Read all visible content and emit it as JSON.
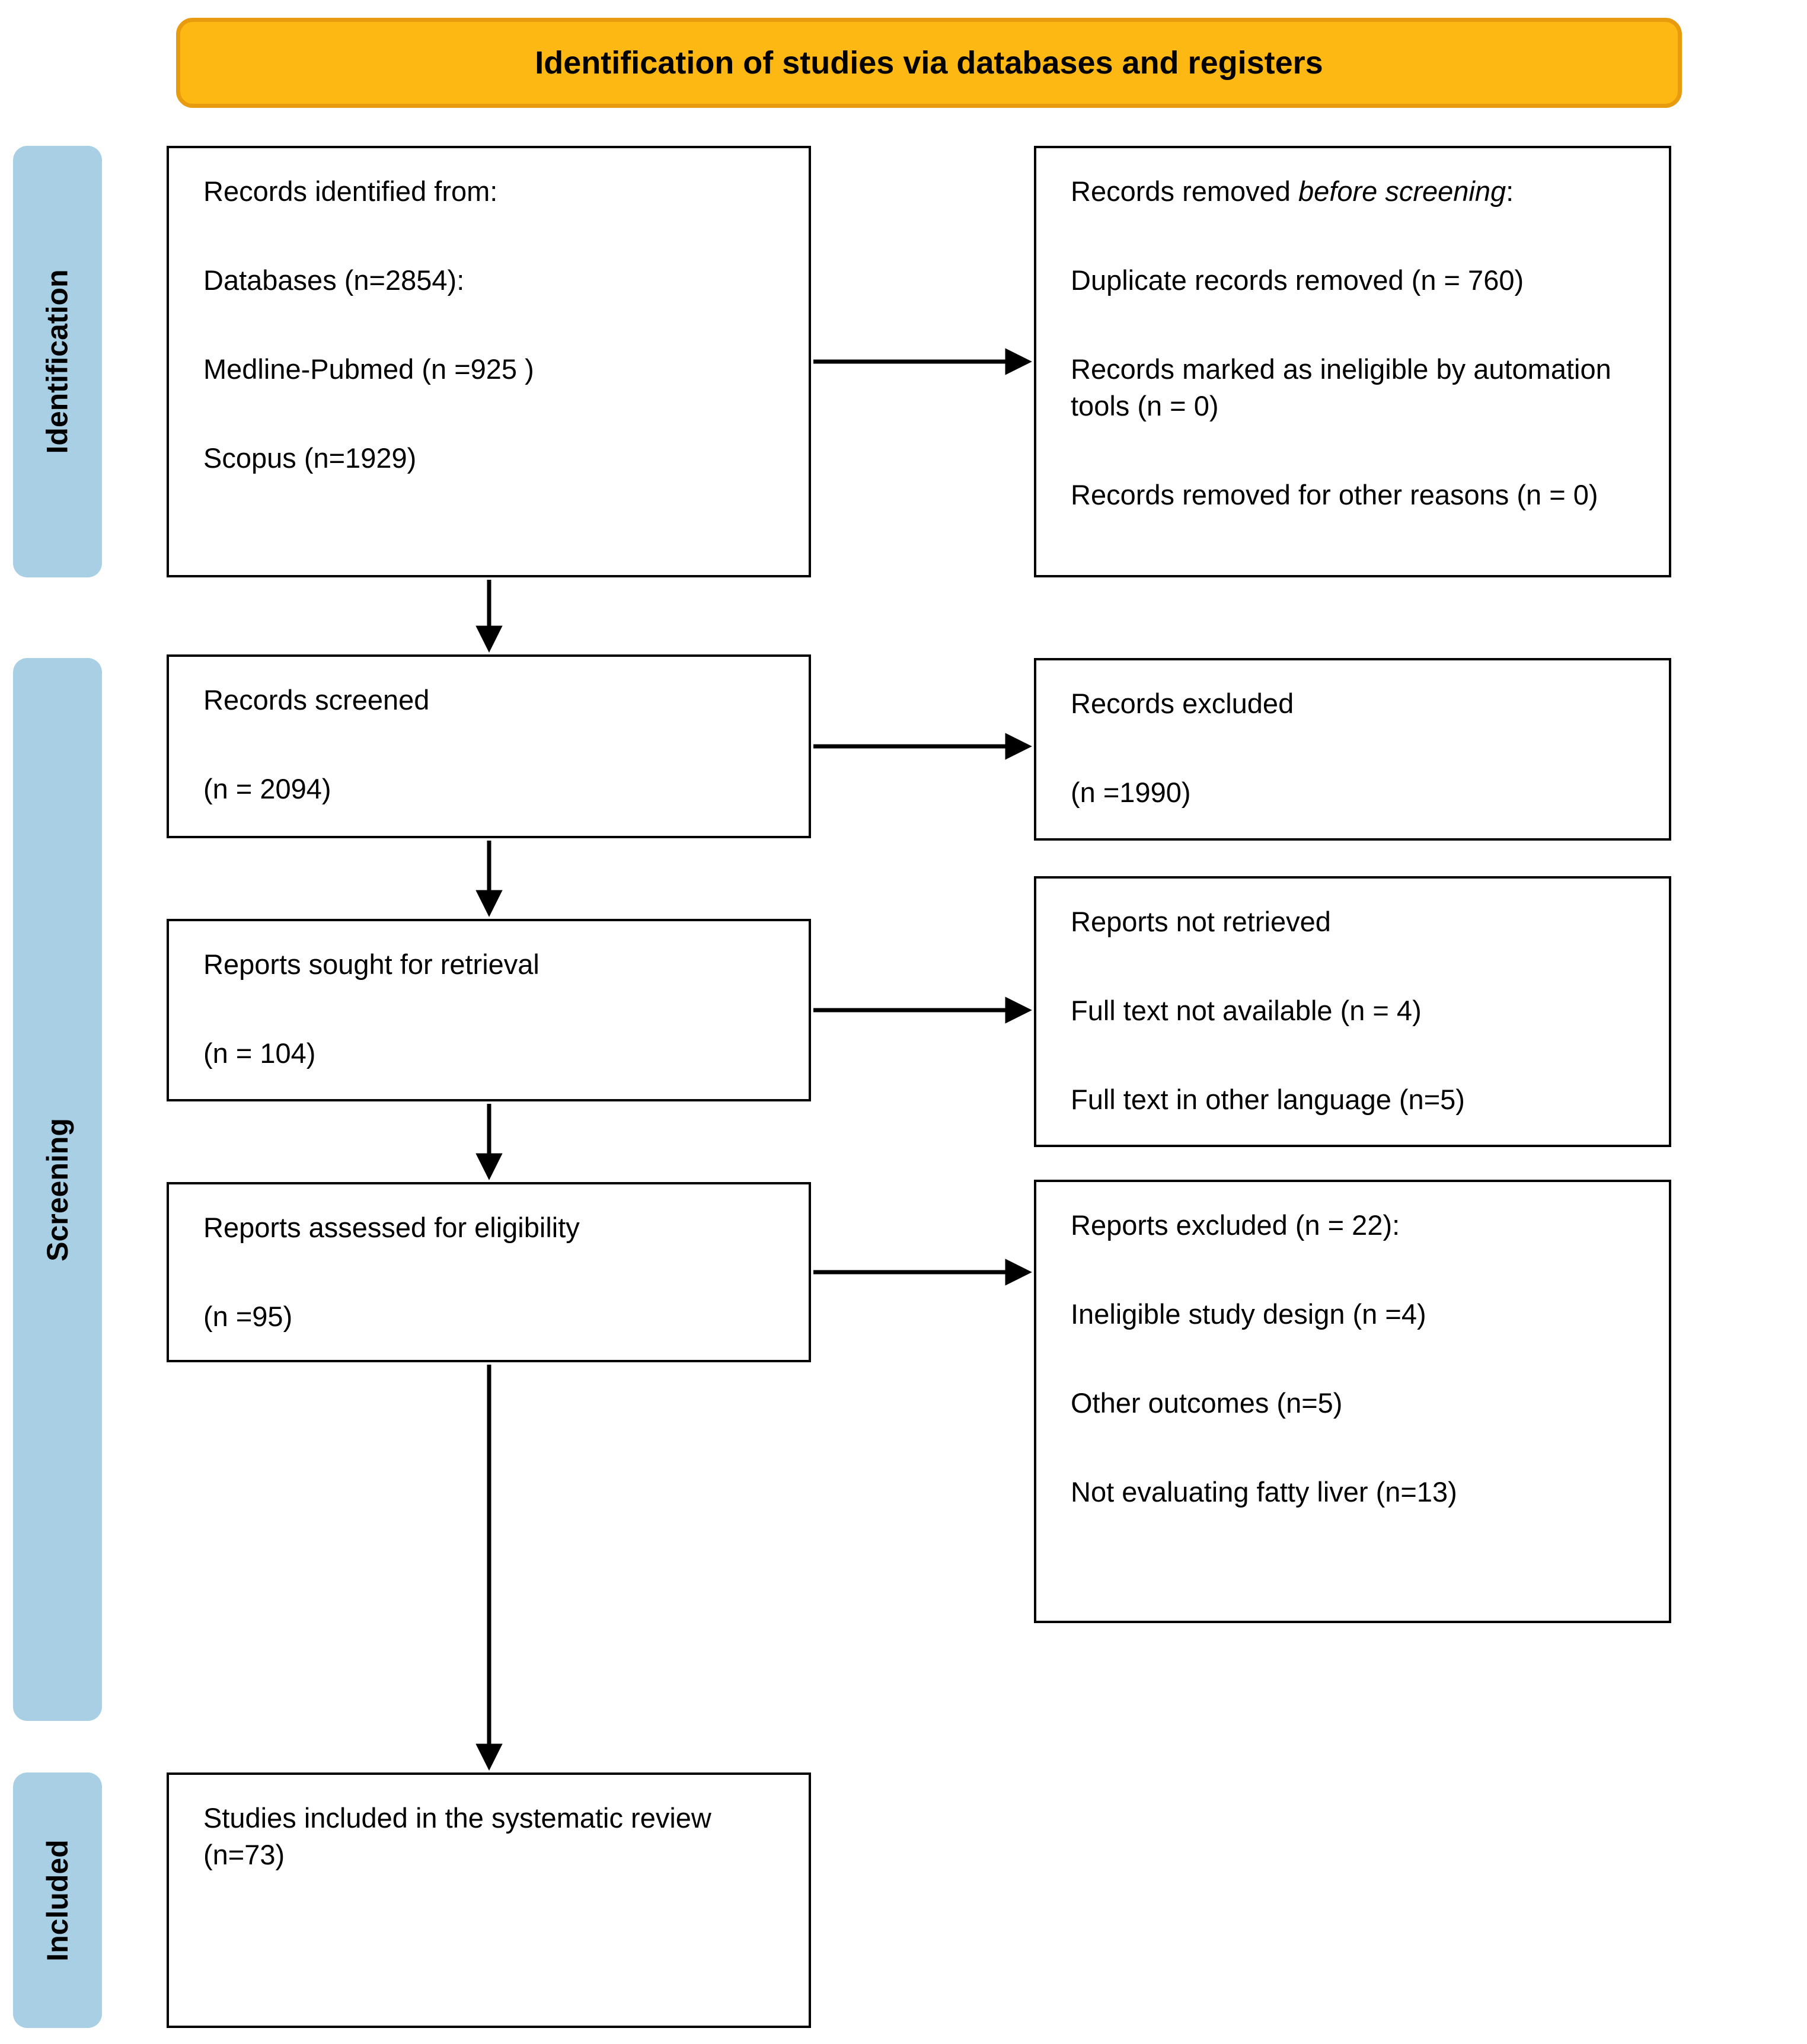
{
  "colors": {
    "banner_bg": "#FDB813",
    "banner_border": "#E89B0E",
    "stage_bg": "#A9CFE5",
    "box_border": "#000000",
    "arrow": "#000000",
    "text": "#000000"
  },
  "banner": {
    "title": "Identification of studies via databases and registers"
  },
  "stages": {
    "identification": "Identification",
    "screening": "Screening",
    "included": "Included"
  },
  "boxes": {
    "identified": {
      "p1": "Records identified from:",
      "p2": "Databases (n=2854):",
      "p3": "Medline-Pubmed (n =925 )",
      "p4": "Scopus (n=1929)"
    },
    "removed": {
      "p1_prefix": "Records removed ",
      "p1_italic": "before screening",
      "p1_suffix": ":",
      "p2": "Duplicate records removed (n = 760)",
      "p3": "Records marked as ineligible by automation tools (n = 0)",
      "p4": "Records removed for other reasons (n = 0)"
    },
    "screened": {
      "p1": "Records screened",
      "p2": "(n = 2094)"
    },
    "excluded": {
      "p1": "Records excluded",
      "p2": "(n =1990)"
    },
    "sought": {
      "p1": "Reports sought for retrieval",
      "p2": "(n = 104)"
    },
    "not_retrieved": {
      "p1": "Reports not retrieved",
      "p2": "Full text not available (n = 4)",
      "p3": "Full text in other language (n=5)"
    },
    "assessed": {
      "p1": "Reports assessed for eligibility",
      "p2": "(n =95)"
    },
    "reports_excluded": {
      "p1": "Reports excluded (n = 22):",
      "p2": "Ineligible study design (n =4)",
      "p3": "Other outcomes (n=5)",
      "p4": "Not evaluating fatty liver (n=13)"
    },
    "included": {
      "p1": "Studies included in the systematic review (n=73)"
    }
  }
}
